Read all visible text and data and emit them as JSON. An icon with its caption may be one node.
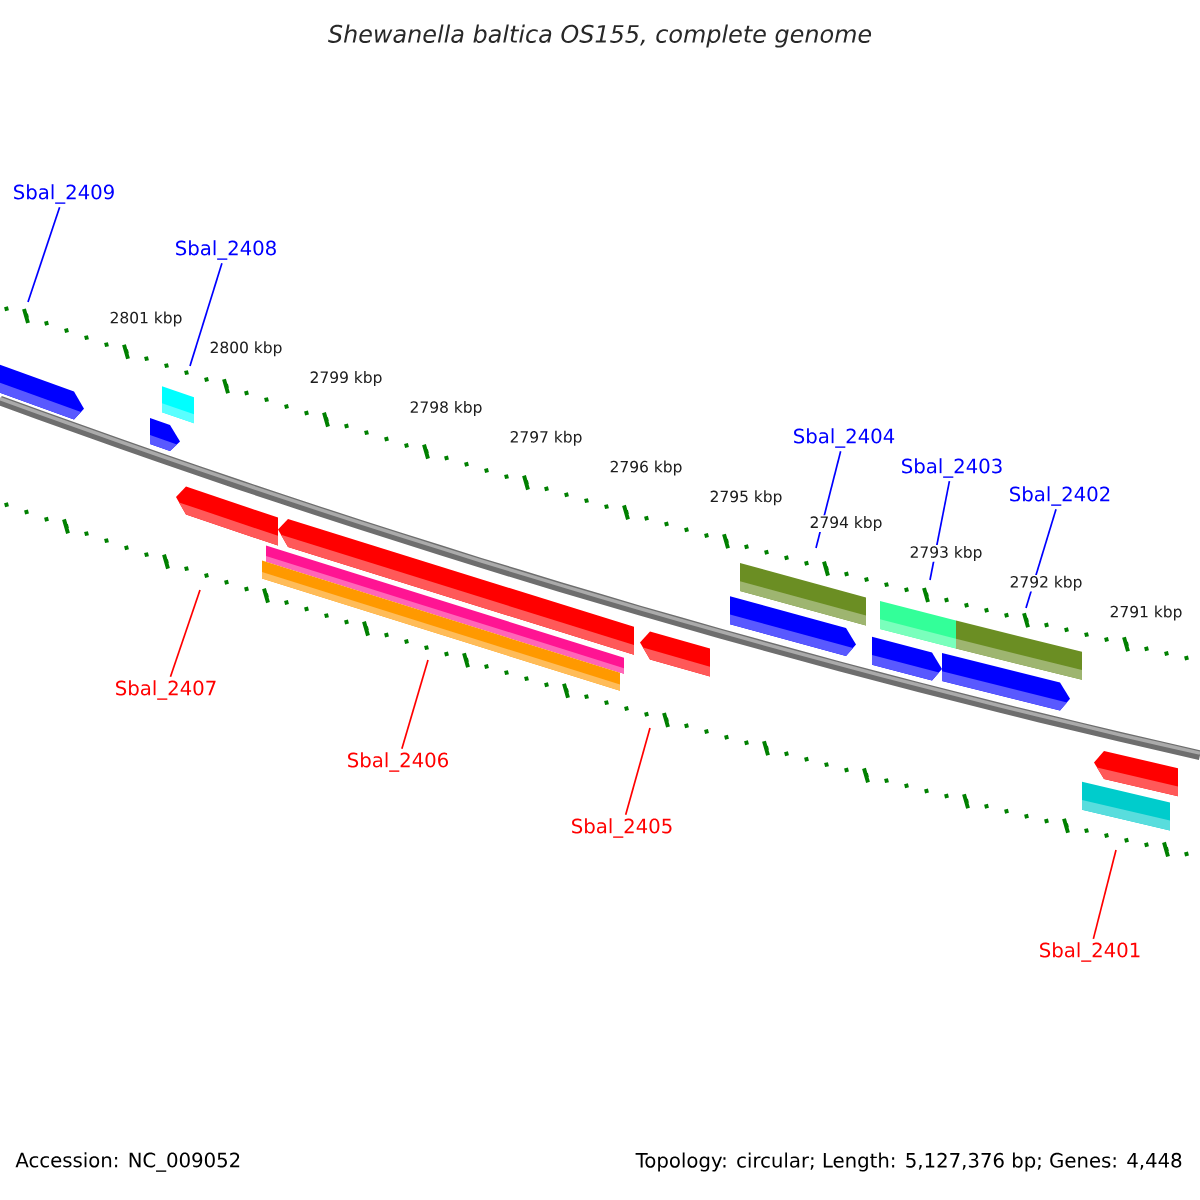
{
  "diagram": {
    "title": "Shewanella baltica OS155, complete genome",
    "nodes": [
      {
        "text": [
          "Sbal_2409"
        ]
      },
      {
        "text": [
          "Sbal_2408"
        ]
      },
      {
        "text": [
          "Sbal_2404"
        ]
      },
      {
        "text": [
          "Sbal_2403"
        ]
      },
      {
        "text": [
          "Sbal_2402"
        ]
      },
      {
        "text": [
          "Sbal_2407"
        ]
      },
      {
        "text": [
          "Sbal_2406"
        ]
      },
      {
        "text": [
          "Sbal_2405"
        ]
      },
      {
        "text": [
          "Sbal_2401"
        ]
      }
    ],
    "edges": [
      {
        "from": 0,
        "to": null,
        "arrow": "none",
        "color": "#0000ff"
      },
      {
        "from": 1,
        "to": null,
        "arrow": "none",
        "color": "#0000ff"
      },
      {
        "from": 2,
        "to": null,
        "arrow": "none",
        "color": "#0000ff"
      },
      {
        "from": 3,
        "to": null,
        "arrow": "none",
        "color": "#0000ff"
      },
      {
        "from": 4,
        "to": null,
        "arrow": "none",
        "color": "#0000ff"
      },
      {
        "from": 5,
        "to": null,
        "arrow": "none",
        "color": "#ff0000"
      },
      {
        "from": 6,
        "to": null,
        "arrow": "none",
        "color": "#ff0000"
      },
      {
        "from": 7,
        "to": null,
        "arrow": "none",
        "color": "#ff0000"
      },
      {
        "from": 8,
        "to": null,
        "arrow": "none",
        "color": "#ff0000"
      }
    ],
    "labels": [
      "2801 kbp",
      "2800 kbp",
      "2799 kbp",
      "2798 kbp",
      "2797 kbp",
      "2796 kbp",
      "2795 kbp",
      "2794 kbp",
      "2793 kbp",
      "2792 kbp",
      "2791 kbp",
      "Accession: NC_009052",
      "Topology: circular; Length: 5,127,376 bp; Genes: 4,448"
    ]
  }
}
